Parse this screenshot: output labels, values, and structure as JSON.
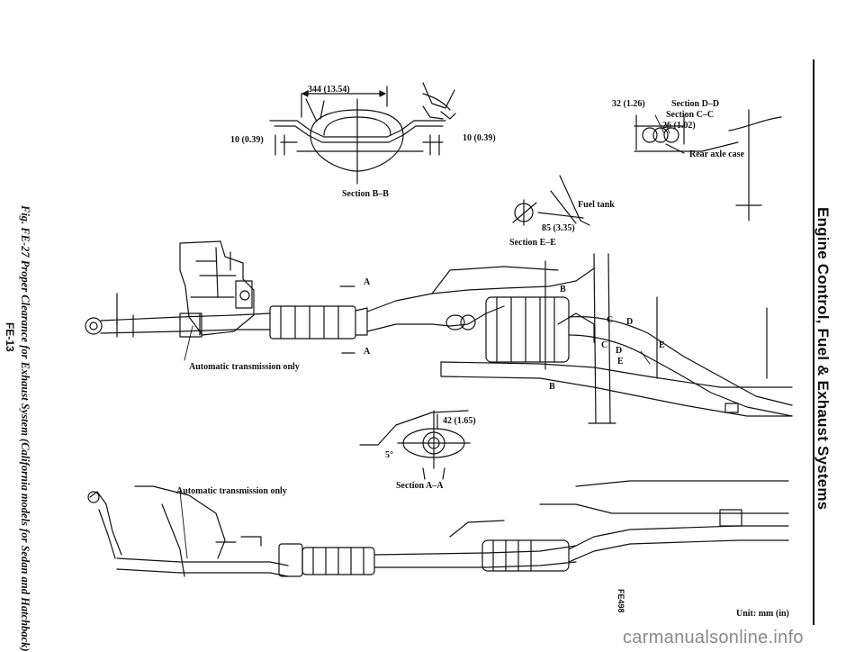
{
  "header": {
    "title": "Engine Control, Fuel & Exhaust Systems"
  },
  "caption": "Fig. FE-27 Proper Clearance for Exhaust System (California models for Sedan and Hatchback)",
  "page_number": "FE-13",
  "figure_code": "FE498",
  "unit_note": "Unit: mm (in)",
  "watermark": "carmanualsonline.info",
  "sections": {
    "b_b": {
      "title": "Section B–B",
      "width_dim": "344 (13.54)",
      "left_dim": "10 (0.39)",
      "right_dim": "10 (0.39)"
    },
    "d_d": {
      "title": "Section D–D",
      "dim": "32 (1.26)"
    },
    "c_c": {
      "title": "Section C–C",
      "dim": "26 (1.02)"
    },
    "rear_axle": "Rear axle case",
    "e_e": {
      "title": "Section E–E",
      "dim": "85 (3.35)",
      "fuel_tank": "Fuel tank"
    },
    "a_a": {
      "title": "Section A–A",
      "dim": "42 (1.65)",
      "angle": "5°"
    }
  },
  "notes": {
    "at_upper": "Automatic transmission only",
    "at_lower": "Automatic transmission only"
  },
  "markers": {
    "A": "A",
    "B": "B",
    "C": "C",
    "D": "D",
    "E": "E"
  }
}
